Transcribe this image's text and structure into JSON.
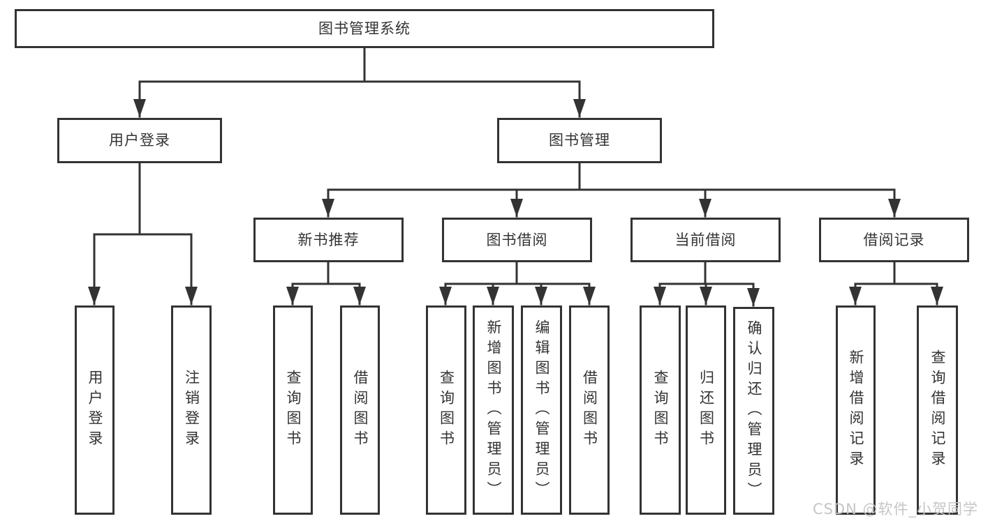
{
  "diagram": {
    "root": {
      "label": "图书管理系统"
    },
    "level2": [
      {
        "label": "用户登录"
      },
      {
        "label": "图书管理"
      }
    ],
    "level3": [
      {
        "label": "新书推荐",
        "parent": "图书管理"
      },
      {
        "label": "图书借阅",
        "parent": "图书管理"
      },
      {
        "label": "当前借阅",
        "parent": "图书管理"
      },
      {
        "label": "借阅记录",
        "parent": "图书管理"
      }
    ],
    "leaves": [
      {
        "label": "用户登录",
        "parent": "用户登录"
      },
      {
        "label": "注销登录",
        "parent": "用户登录"
      },
      {
        "label": "查询图书",
        "parent": "新书推荐"
      },
      {
        "label": "借阅图书",
        "parent": "新书推荐"
      },
      {
        "label": "查询图书",
        "parent": "图书借阅"
      },
      {
        "label": "新增图书（管理员）",
        "parent": "图书借阅"
      },
      {
        "label": "编辑图书（管理员）",
        "parent": "图书借阅"
      },
      {
        "label": "借阅图书",
        "parent": "图书借阅"
      },
      {
        "label": "查询图书",
        "parent": "当前借阅"
      },
      {
        "label": "归还图书",
        "parent": "当前借阅"
      },
      {
        "label": "确认归还（管理员）",
        "parent": "当前借阅"
      },
      {
        "label": "新增借阅记录",
        "parent": "借阅记录"
      },
      {
        "label": "查询借阅记录",
        "parent": "借阅记录"
      }
    ]
  },
  "watermark": {
    "text": "CSDN @软件_小贺同学"
  },
  "colors": {
    "line": "#333333",
    "text": "#333333",
    "box_background": "#ffffff",
    "watermark": "#c6c6c6",
    "background": "#ffffff"
  }
}
